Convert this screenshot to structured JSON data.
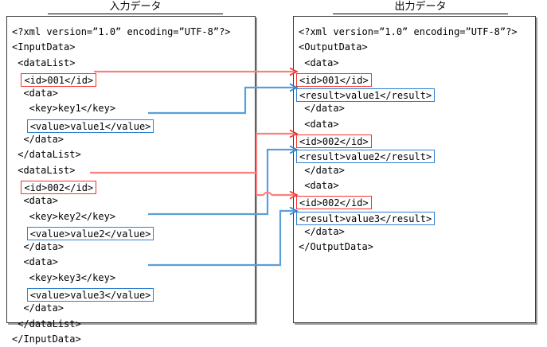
{
  "panels": {
    "input": {
      "title": "入力データ",
      "lines": [
        {
          "text": "<?xml version=”1.0” encoding=”UTF-8”?>",
          "style": "plain"
        },
        {
          "text": "<InputData>",
          "style": "plain"
        },
        {
          "text": " <dataList>",
          "style": "plain"
        },
        {
          "text": "  <id>001</id>",
          "style": "red",
          "indent": "  ",
          "body": "<id>001</id>"
        },
        {
          "text": "  <data>",
          "style": "plain"
        },
        {
          "text": "   <key>key1</key>",
          "style": "plain"
        },
        {
          "text": "   <value>value1</value>",
          "style": "blue",
          "indent": "   ",
          "body": "<value>value1</value>"
        },
        {
          "text": "  </data>",
          "style": "plain"
        },
        {
          "text": " </dataList>",
          "style": "plain"
        },
        {
          "text": " <dataList>",
          "style": "plain"
        },
        {
          "text": "  <id>002</id>",
          "style": "red",
          "indent": "  ",
          "body": "<id>002</id>"
        },
        {
          "text": "  <data>",
          "style": "plain"
        },
        {
          "text": "   <key>key2</key>",
          "style": "plain"
        },
        {
          "text": "   <value>value2</value>",
          "style": "blue",
          "indent": "   ",
          "body": "<value>value2</value>"
        },
        {
          "text": "  </data>",
          "style": "plain"
        },
        {
          "text": "  <data>",
          "style": "plain"
        },
        {
          "text": "   <key>key3</key>",
          "style": "plain"
        },
        {
          "text": "   <value>value3</value>",
          "style": "blue",
          "indent": "   ",
          "body": "<value>value3</value>"
        },
        {
          "text": "  </data>",
          "style": "plain"
        },
        {
          "text": " </dataList>",
          "style": "plain"
        },
        {
          "text": "</InputData>",
          "style": "plain"
        }
      ]
    },
    "output": {
      "title": "出力データ",
      "lines": [
        {
          "text": "<?xml version=”1.0” encoding=”UTF-8”?>",
          "style": "plain"
        },
        {
          "text": "<OutputData>",
          "style": "plain"
        },
        {
          "text": " <data>",
          "style": "plain"
        },
        {
          "text": "<id>001</id>",
          "style": "red",
          "indent": "",
          "body": "<id>001</id>"
        },
        {
          "text": "<result>value1</result>",
          "style": "blue",
          "indent": "",
          "body": "<result>value1</result>"
        },
        {
          "text": " </data>",
          "style": "plain"
        },
        {
          "text": " <data>",
          "style": "plain"
        },
        {
          "text": "<id>002</id>",
          "style": "red",
          "indent": "",
          "body": "<id>002</id>"
        },
        {
          "text": "<result>value2</result>",
          "style": "blue",
          "indent": "",
          "body": "<result>value2</result>"
        },
        {
          "text": " </data>",
          "style": "plain"
        },
        {
          "text": " <data>",
          "style": "plain"
        },
        {
          "text": "<id>002</id>",
          "style": "red",
          "indent": "",
          "body": "<id>002</id>"
        },
        {
          "text": "<result>value3</result>",
          "style": "blue",
          "indent": "",
          "body": "<result>value3</result>"
        },
        {
          "text": " </data>",
          "style": "plain"
        },
        {
          "text": "</OutputData>",
          "style": "plain"
        }
      ]
    }
  },
  "colors": {
    "red_box": "#f4322c",
    "red_wire": "#fb7f7f",
    "blue_box": "#2f7fd0",
    "blue_wire": "#5a9fd8",
    "panel_border": "#3a3a3a",
    "panel_shadow": "#9a9a9a",
    "text": "#000000",
    "background": "#ffffff"
  },
  "connections": [
    {
      "name": "id-001",
      "color": "red",
      "from": "input.line4",
      "to": "output.line4"
    },
    {
      "name": "value1",
      "color": "blue",
      "from": "input.line7",
      "to": "output.line5"
    },
    {
      "name": "id-002-a",
      "color": "red",
      "from": "input.line11",
      "to": "output.line8"
    },
    {
      "name": "value2",
      "color": "blue",
      "from": "input.line14",
      "to": "output.line9"
    },
    {
      "name": "id-002-b",
      "color": "red",
      "from": "input.line11",
      "to": "output.line12"
    },
    {
      "name": "value3",
      "color": "blue",
      "from": "input.line18",
      "to": "output.line13"
    }
  ]
}
